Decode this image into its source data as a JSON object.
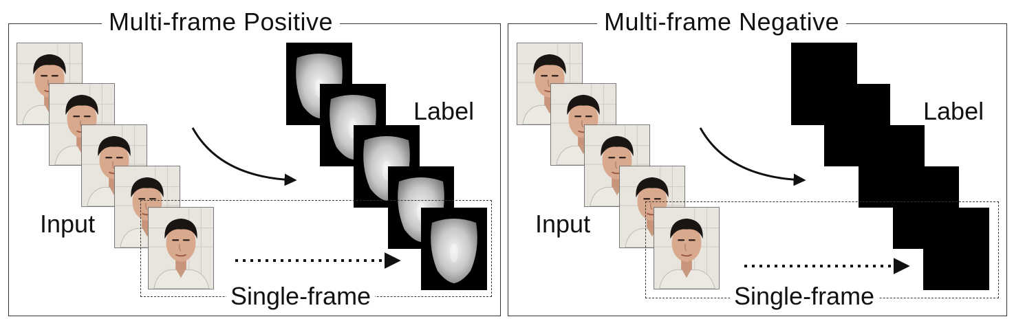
{
  "panels": {
    "positive": {
      "title": "Multi-frame Positive",
      "input_label": "Input",
      "label_label": "Label",
      "single_frame_label": "Single-frame",
      "label_type": "face-depth-map"
    },
    "negative": {
      "title": "Multi-frame Negative",
      "input_label": "Input",
      "label_label": "Label",
      "single_frame_label": "Single-frame",
      "label_type": "all-zero-map"
    }
  },
  "colors": {
    "frame_border": "#333333",
    "depth_background": "#000000",
    "skin": "#d9a98e",
    "hair": "#1a1412",
    "shirt": "#ece8e2"
  },
  "icons": [
    "curved-arrow-icon",
    "dotted-arrow-icon"
  ]
}
